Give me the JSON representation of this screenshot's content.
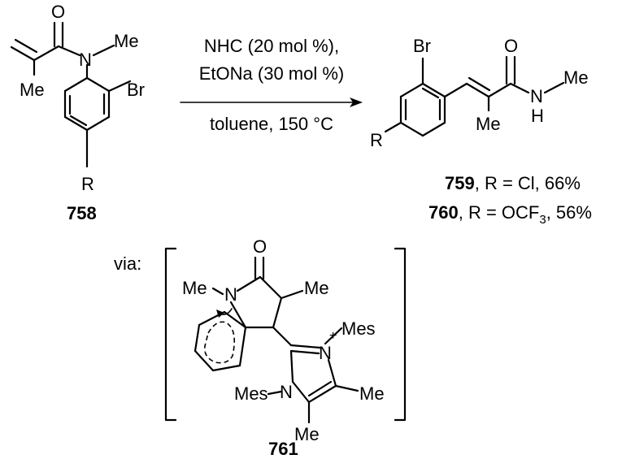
{
  "reaction": {
    "conditions": {
      "line1": "NHC (20 mol %),",
      "line2": "EtONa (30 mol %)",
      "line3": "toluene, 150 °C"
    }
  },
  "starting_material": {
    "id": "758",
    "substituents": {
      "o": "O",
      "n": "N",
      "me_n": "Me",
      "me_alkene": "Me",
      "br": "Br",
      "r": "R"
    }
  },
  "products": {
    "atoms": {
      "br": "Br",
      "o": "O",
      "n": "N",
      "h": "H",
      "me_n": "Me",
      "me_alkene": "Me",
      "r": "R"
    },
    "label_759": {
      "id": "759",
      "text": ", R = Cl, 66%"
    },
    "label_760": {
      "id": "760",
      "text_pre": ", R = OCF",
      "sub": "3",
      "text_post": ", 56%"
    }
  },
  "intermediate": {
    "via": "via:",
    "id": "761",
    "atoms": {
      "o": "O",
      "n1": "N",
      "me_n1": "Me",
      "me_ring": "Me",
      "n_plus": "N",
      "plus": "+",
      "mes1": "Mes",
      "n2": "N",
      "mes2": "Mes",
      "me_c4": "Me",
      "me_c5": "Me"
    }
  }
}
